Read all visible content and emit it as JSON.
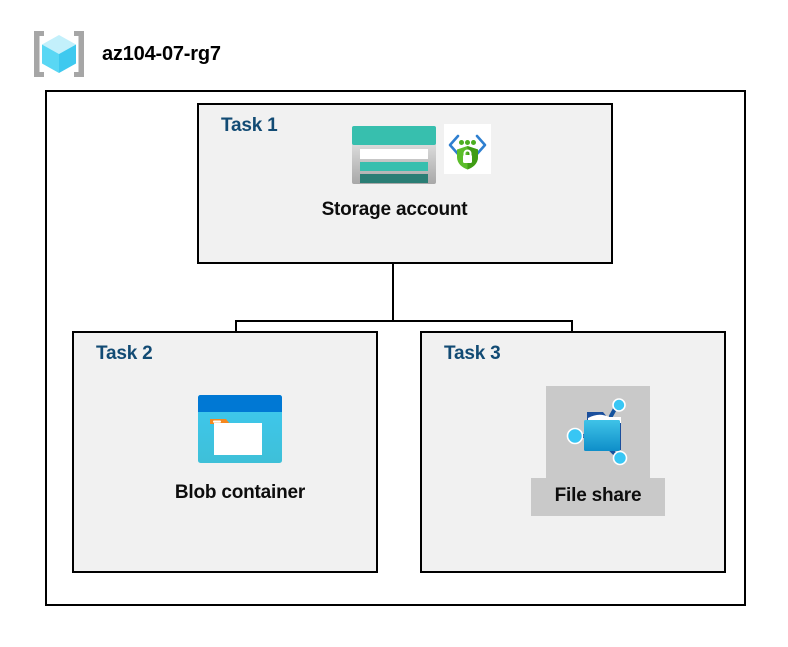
{
  "resource_group": {
    "name": "az104-07-rg7",
    "icon": "resource-group-cube-icon"
  },
  "diagram": {
    "type": "hierarchy",
    "root": "Storage account",
    "tasks": [
      {
        "label": "Task 1",
        "node_caption": "Storage account",
        "icons": [
          "storage-account-icon",
          "security-shield-lock-icon"
        ],
        "highlighted": false
      },
      {
        "label": "Task 2",
        "node_caption": "Blob container",
        "icons": [
          "blob-container-icon"
        ],
        "highlighted": false
      },
      {
        "label": "Task 3",
        "node_caption": "File share",
        "icons": [
          "file-share-icon"
        ],
        "highlighted": true
      }
    ],
    "connections": [
      {
        "from": "Storage account",
        "to": "Blob container"
      },
      {
        "from": "Storage account",
        "to": "File share"
      }
    ]
  },
  "colors": {
    "task_label": "#124b74",
    "task_box_fill": "#f1f1f1",
    "border": "#000000",
    "highlight": "#c9c9c9",
    "storage_teal": "#37bfae",
    "storage_teal_dark": "#2a7e75",
    "blob_blue": "#0078d4",
    "blob_cyan": "#32bedd",
    "blob_orange": "#f78d1e",
    "fileshare_blue": "#32bedd",
    "shield_green": "#4caf1e",
    "cube_cyan": "#9fe9fb"
  }
}
